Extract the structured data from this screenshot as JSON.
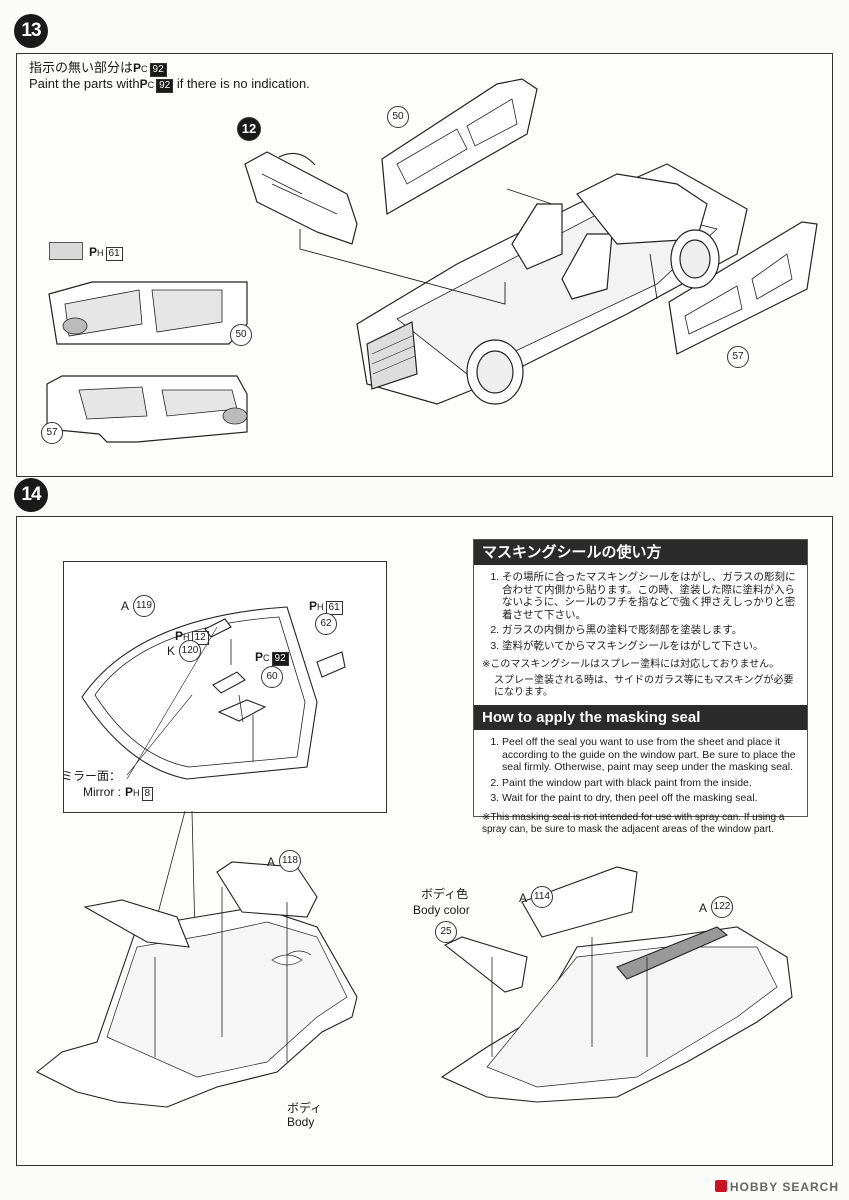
{
  "step13": {
    "number": "13",
    "note_jp": "指示の無い部分は",
    "note_jp_suffix": "",
    "note_en_prefix": "Paint the parts with",
    "note_en_suffix": "if there is no indication.",
    "note_code": "92",
    "paint_prefix": "C",
    "swatch_code": "61",
    "swatch_prefix": "H",
    "parts": [
      "12",
      "50",
      "50",
      "57",
      "57"
    ]
  },
  "step14": {
    "number": "14",
    "detail": {
      "a119": "A",
      "a119_num": "119",
      "k120": "K",
      "k120_num": "120",
      "h12": "12",
      "c92": "92",
      "p60": "60",
      "h61": "61",
      "p62": "62",
      "mirror_jp": "ミラー面：",
      "mirror_en": "Mirror :",
      "h8": "8"
    },
    "labels": {
      "a118": "A",
      "a118_num": "118",
      "body_jp": "ボディ",
      "body_en": "Body",
      "bodycolor_jp": "ボディ色",
      "bodycolor_en": "Body color",
      "p25": "25",
      "a114": "A",
      "a114_num": "114",
      "a122": "A",
      "a122_num": "122"
    },
    "seal_jp": {
      "title": "マスキングシールの使い方",
      "items": [
        "その場所に合ったマスキングシールをはがし、ガラスの彫刻に合わせて内側から貼ります。この時、塗装した際に塗料が入らないように、シールのフチを指などで強く押さえしっかりと密着させて下さい。",
        "ガラスの内側から黒の塗料で彫刻部を塗装します。",
        "塗料が乾いてからマスキングシールをはがして下さい。"
      ],
      "foot1": "※このマスキングシールはスプレー塗料には対応しておりません。",
      "foot2": "スプレー塗装される時は、サイドのガラス等にもマスキングが必要になります。"
    },
    "seal_en": {
      "title": "How to apply the masking seal",
      "items": [
        "Peel off the seal you want to use from the sheet and place it according to the guide on the window part. Be sure to place the seal firmly. Otherwise, paint may seep under the masking seal.",
        "Paint the window part with black paint from the inside.",
        "Wait for the paint to dry, then peel off the masking seal."
      ],
      "foot": "※This masking seal is not intended for use with spray can. If using a spray can, be sure to mask the adjacent areas of the window part."
    }
  },
  "watermark": "HOBBY SEARCH"
}
